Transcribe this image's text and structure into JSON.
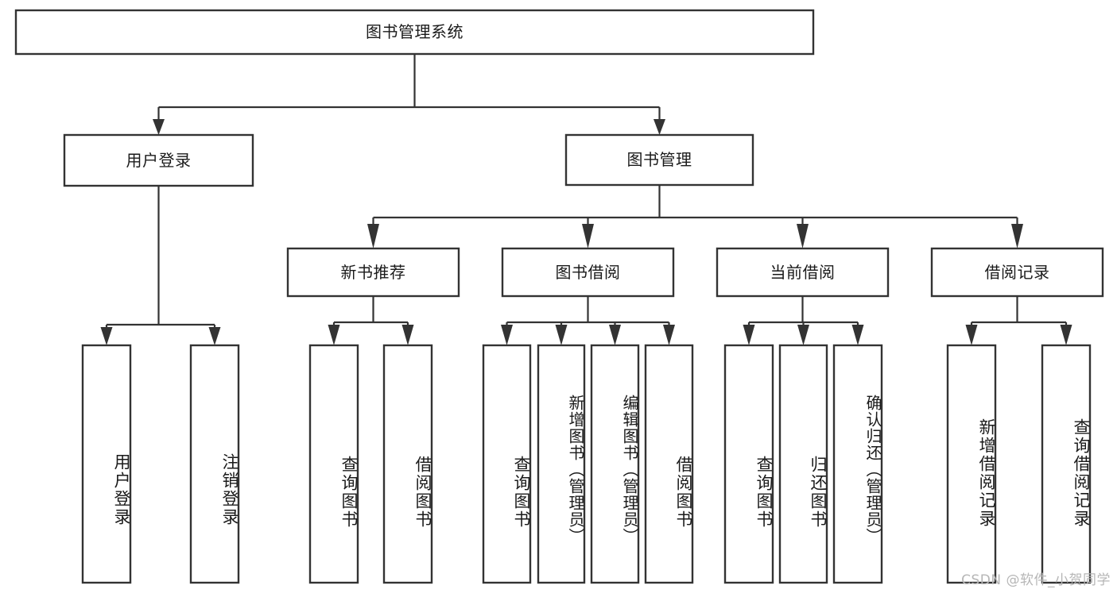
{
  "diagram": {
    "type": "tree",
    "title": "图书管理系统",
    "orientation": "top-down",
    "colors": {
      "box_stroke": "#333333",
      "box_fill": "#ffffff",
      "connector": "#333333",
      "text": "#1a1a1a",
      "background": "#ffffff",
      "watermark": "#b6b6b6"
    },
    "nodes": {
      "root": {
        "label": "图书管理系统",
        "level": 0
      },
      "l1": [
        {
          "id": "user_login",
          "label": "用户登录",
          "level": 1
        },
        {
          "id": "book_manage",
          "label": "图书管理",
          "level": 1
        }
      ],
      "l2": [
        {
          "id": "new_book_rec",
          "label": "新书推荐",
          "level": 2,
          "parent": "book_manage"
        },
        {
          "id": "book_borrow",
          "label": "图书借阅",
          "level": 2,
          "parent": "book_manage"
        },
        {
          "id": "current_borrow",
          "label": "当前借阅",
          "level": 2,
          "parent": "book_manage"
        },
        {
          "id": "borrow_record",
          "label": "借阅记录",
          "level": 2,
          "parent": "book_manage"
        }
      ],
      "leaves": [
        {
          "id": "leaf_user_login",
          "label": "用户登录",
          "parent": "user_login"
        },
        {
          "id": "leaf_user_logout",
          "label": "注销登录",
          "parent": "user_login"
        },
        {
          "id": "leaf_query_book_1",
          "label": "查询图书",
          "parent": "new_book_rec"
        },
        {
          "id": "leaf_borrow_book_1",
          "label": "借阅图书",
          "parent": "new_book_rec"
        },
        {
          "id": "leaf_query_book_2",
          "label": "查询图书",
          "parent": "book_borrow"
        },
        {
          "id": "leaf_add_book",
          "label": "新增图书（管理员）",
          "parent": "book_borrow"
        },
        {
          "id": "leaf_edit_book",
          "label": "编辑图书（管理员）",
          "parent": "book_borrow"
        },
        {
          "id": "leaf_borrow_book_2",
          "label": "借阅图书",
          "parent": "book_borrow"
        },
        {
          "id": "leaf_query_book_3",
          "label": "查询图书",
          "parent": "current_borrow"
        },
        {
          "id": "leaf_return_book",
          "label": "归还图书",
          "parent": "current_borrow"
        },
        {
          "id": "leaf_confirm_return",
          "label": "确认归还（管理员）",
          "parent": "current_borrow"
        },
        {
          "id": "leaf_add_record",
          "label": "新增借阅记录",
          "parent": "borrow_record"
        },
        {
          "id": "leaf_query_record",
          "label": "查询借阅记录",
          "parent": "borrow_record"
        }
      ]
    }
  },
  "watermark": {
    "text": "CSDN @软件_小贺同学"
  }
}
